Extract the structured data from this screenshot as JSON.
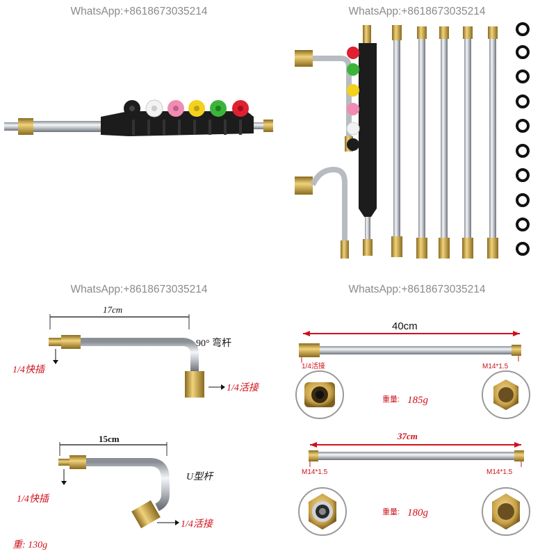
{
  "watermark": "WhatsApp:+8618673035214",
  "panel3": {
    "elbow": {
      "length": "17cm",
      "label": "90° 弯杆",
      "left_label": "1/4快插",
      "right_label": "1/4活接"
    },
    "ubend": {
      "length": "15cm",
      "label": "U型杆",
      "left_label": "1/4快插",
      "right_label": "1/4活接"
    },
    "weight_label": "重: 130g"
  },
  "panel4": {
    "rod1": {
      "length": "40cm",
      "left_label": "1/4活接",
      "right_label": "M14*1.5",
      "weight_prefix": "重量:",
      "weight_value": "185g"
    },
    "rod2": {
      "length": "37cm",
      "left_label": "M14*1.5",
      "right_label": "M14*1.5",
      "weight_prefix": "重量:",
      "weight_value": "180g"
    }
  },
  "colors": {
    "red": "#d0101a",
    "brass": "#c9a24a",
    "steel": "#c8ccd2",
    "handle": "#1c1c1c",
    "nozzles": [
      "#e02030",
      "#3cb43c",
      "#f2d21e",
      "#f2f2f2",
      "#f08cb4",
      "#f2f2f2"
    ]
  }
}
